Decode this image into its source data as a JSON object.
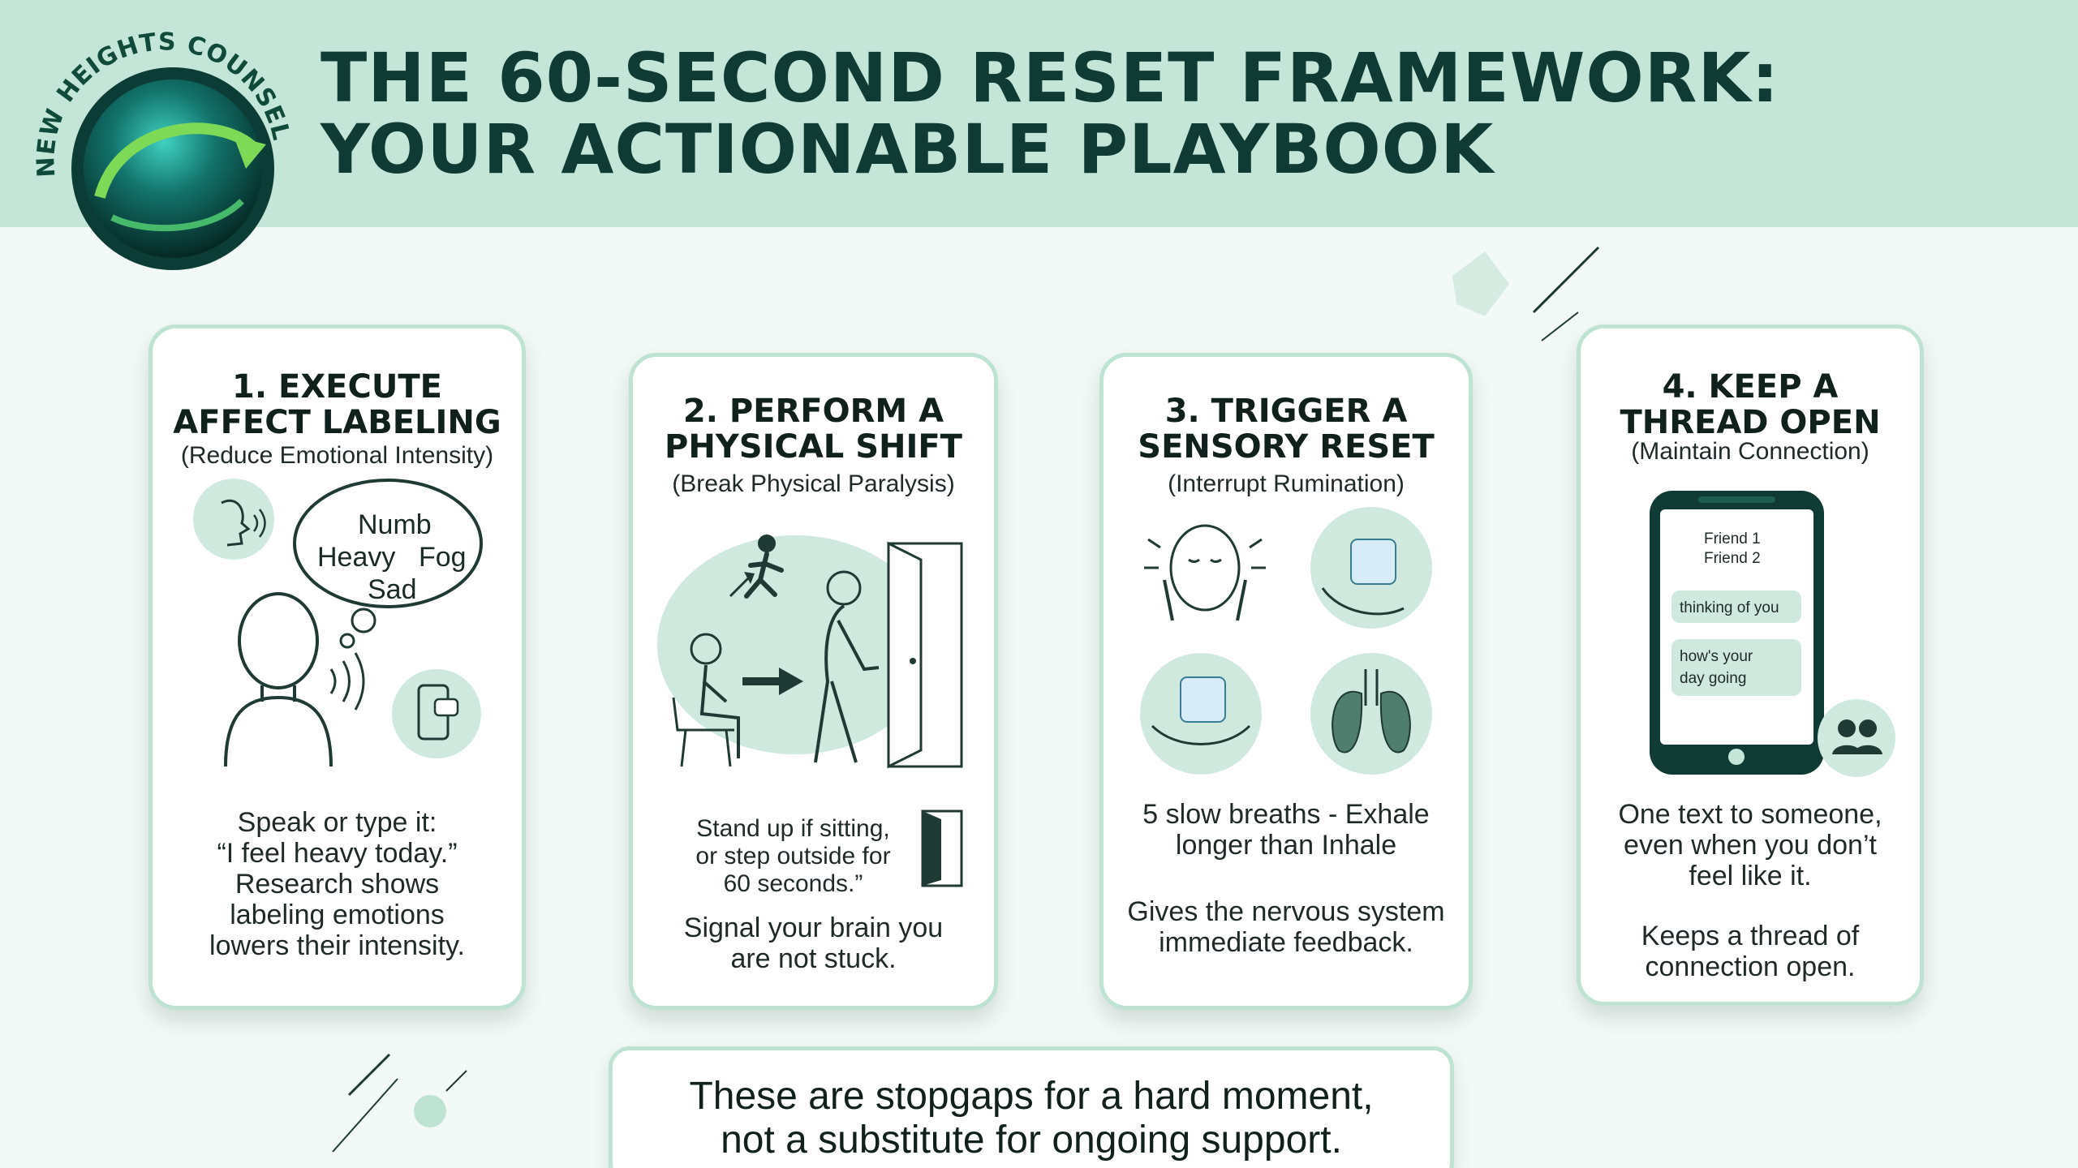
{
  "header": {
    "title_line1": "THE 60-SECOND RESET FRAMEWORK:",
    "title_line2": "YOUR ACTIONABLE PLAYBOOK"
  },
  "logo": {
    "text": "NEW HEIGHTS COUNSELING"
  },
  "cards": [
    {
      "title_line1": "1. EXECUTE",
      "title_line2": "AFFECT LABELING",
      "subtitle": "(Reduce Emotional Intensity)",
      "illustration_words": [
        "Numb",
        "Heavy",
        "Fog",
        "Sad"
      ],
      "text_lines": [
        "Speak or type it:",
        "“I feel heavy today.”",
        "Research shows",
        "labeling emotions",
        "lowers their intensity."
      ]
    },
    {
      "title_line1": "2. PERFORM A",
      "title_line2": "PHYSICAL SHIFT",
      "subtitle": "(Break Physical Paralysis)",
      "text_lines": [
        "Stand up if sitting,",
        "or step outside for",
        "60 seconds.”"
      ],
      "text2_lines": [
        "Signal your brain you",
        "are not stuck."
      ]
    },
    {
      "title_line1": "3. TRIGGER A",
      "title_line2": "SENSORY RESET",
      "subtitle": "(Interrupt Rumination)",
      "text_lines": [
        "5 slow breaths - Exhale",
        "longer than Inhale"
      ],
      "text2_lines": [
        "Gives the nervous system",
        "immediate feedback."
      ]
    },
    {
      "title_line1": "4. KEEP A",
      "title_line2": "THREAD OPEN",
      "subtitle": "(Maintain Connection)",
      "phone": {
        "friend1": "Friend 1",
        "friend2": "Friend 2",
        "msg1": "thinking of you",
        "msg2_line1": "how's your",
        "msg2_line2": "day going"
      },
      "text_lines": [
        "One text to someone,",
        "even when you don’t",
        "feel like it."
      ],
      "text2_lines": [
        "Keeps a thread of",
        "connection open."
      ]
    }
  ],
  "footer": {
    "line1": "These are stopgaps for a hard moment,",
    "line2": "not a substitute for ongoing support."
  },
  "icons": {
    "card1": [
      "speaking-head-icon",
      "person-icon",
      "thought-bubble-icon",
      "sound-waves-icon",
      "phone-chat-icon"
    ],
    "card2": [
      "running-person-icon",
      "seated-person-icon",
      "arrow-right-icon",
      "walking-person-icon",
      "open-door-icon"
    ],
    "card3": [
      "face-touch-icon",
      "ice-cube-hand-icon",
      "ice-cube-palm-icon",
      "lungs-icon"
    ],
    "card4": [
      "smartphone-icon",
      "group-icon"
    ]
  },
  "colors": {
    "header_bg": "#c4e6d8",
    "title": "#0f3b34",
    "card_border": "#bfe3d3",
    "accent": "#a8d8c4",
    "page_bg": "#f2f9f7"
  }
}
